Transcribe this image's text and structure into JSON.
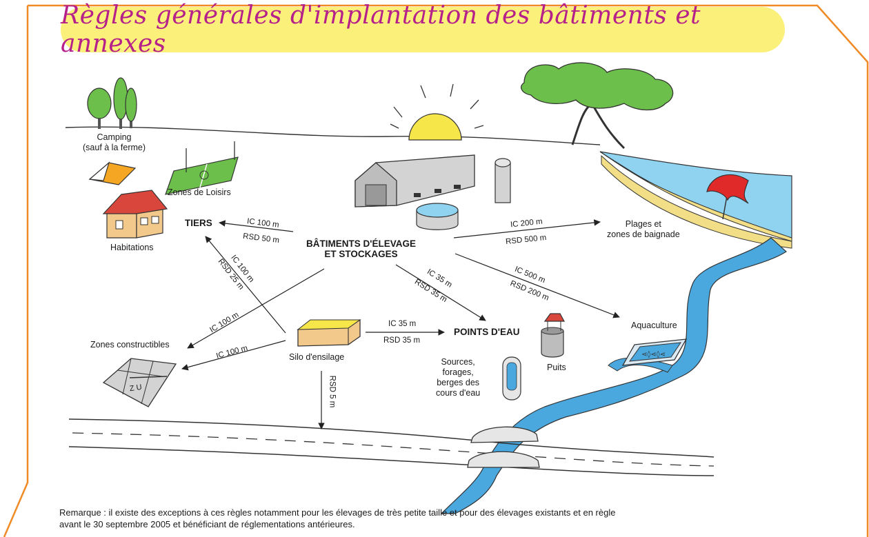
{
  "title": "Règles générales d'implantation des bâtiments et annexes",
  "places": {
    "camping": "Camping",
    "camping_sub": "(sauf à la ferme)",
    "loisirs": "Zones de Loisirs",
    "habitations": "Habitations",
    "tiers": "TIERS",
    "batiments_1": "BÂTIMENTS D'ÉLEVAGE",
    "batiments_2": "ET STOCKAGES",
    "plages_1": "Plages et",
    "plages_2": "zones de baignade",
    "aquaculture": "Aquaculture",
    "points_eau": "POINTS D'EAU",
    "sources_1": "Sources,",
    "sources_2": "forages,",
    "sources_3": "berges des",
    "sources_4": "cours d'eau",
    "puits": "Puits",
    "silo": "Silo d'ensilage",
    "zones_constructibles": "Zones constructibles",
    "zu": "Z U"
  },
  "distances": {
    "tiers_ic": "IC 100 m",
    "tiers_rsd": "RSD 50 m",
    "plages_ic": "IC 200 m",
    "plages_rsd": "RSD 500 m",
    "aqua_ic": "IC 500 m",
    "aqua_rsd": "RSD 200 m",
    "eau_ic": "IC 35 m",
    "eau_rsd": "RSD 35 m",
    "silo_tiers_ic": "IC 100 m",
    "silo_tiers_rsd": "RSD 25 m",
    "bat_zc_ic": "IC 100 m",
    "silo_zc_ic": "IC 100 m",
    "silo_eau_ic": "IC 35 m",
    "silo_eau_rsd": "RSD 35 m",
    "silo_route_rsd": "RSD 5 m"
  },
  "note": {
    "line1": "Remarque : il existe des exceptions à ces règles notamment pour les élevages de très petite taille et pour des élevages existants et en règle",
    "line2": "avant le 30 septembre 2005 et bénéficiant de réglementations antérieures."
  },
  "colors": {
    "title_bg": "#fbf07a",
    "title_text": "#b5208a",
    "frame": "#f08a24",
    "water": "#4aa8de",
    "sun": "#f7e64a",
    "tree": "#6cbf4a",
    "sand": "#f2de86",
    "tent": "#f5a623",
    "house_roof": "#d9463b",
    "house_wall": "#f3c98b"
  },
  "icons": [
    "sun-icon",
    "tree-icon",
    "tent-icon",
    "house-icon",
    "barn-icon",
    "silo-icon",
    "pool-icon",
    "well-icon",
    "source-icon",
    "umbrella-icon",
    "bridge-icon",
    "fish-pond-icon",
    "soccer-field-icon",
    "silage-box-icon",
    "plot-grid-icon"
  ]
}
